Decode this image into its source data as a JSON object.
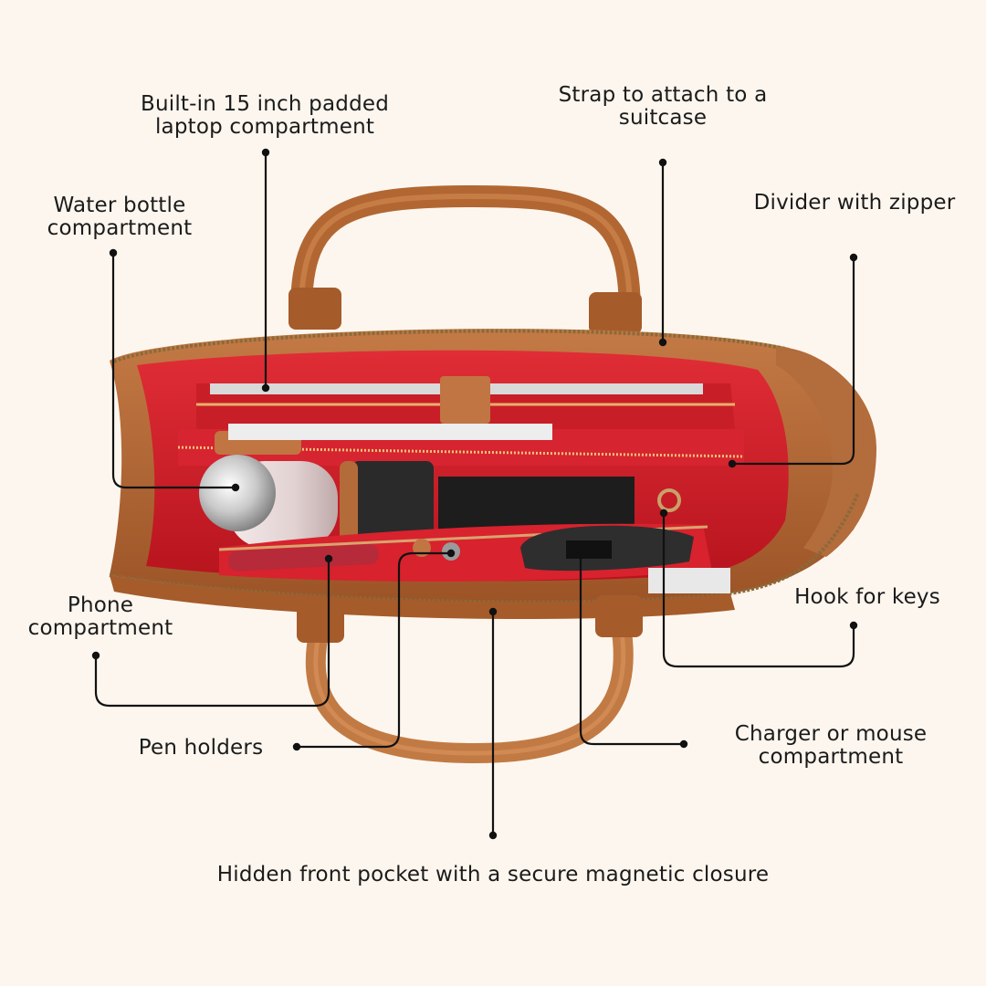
{
  "colors": {
    "background": "#fcf6ee",
    "leather": "#b86a37",
    "lining": "#d8222e",
    "leader_line": "#111111"
  },
  "labels": {
    "laptop": [
      "Built-in 15 inch padded",
      "laptop compartment"
    ],
    "strap": [
      "Strap to attach to a",
      "suitcase"
    ],
    "water_bottle": [
      "Water bottle",
      "compartment"
    ],
    "divider": [
      "Divider with zipper"
    ],
    "phone": [
      "Phone",
      "compartment"
    ],
    "hook": [
      "Hook for keys"
    ],
    "pen": [
      "Pen holders"
    ],
    "charger": [
      "Charger or mouse",
      "compartment"
    ],
    "front_pocket": [
      "Hidden front pocket with a secure magnetic closure"
    ]
  }
}
